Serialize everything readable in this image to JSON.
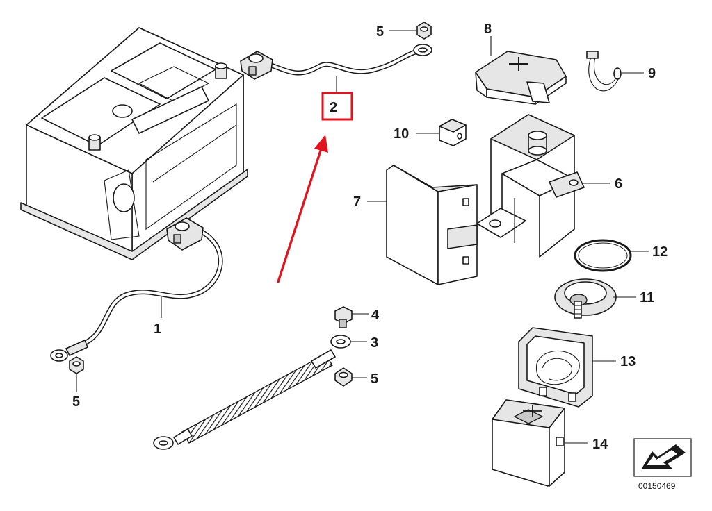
{
  "callouts": {
    "c1": "1",
    "c2": "2",
    "c3": "3",
    "c4": "4",
    "c5a": "5",
    "c5b": "5",
    "c5c": "5",
    "c6": "6",
    "c7": "7",
    "c8": "8",
    "c9": "9",
    "c10": "10",
    "c11": "11",
    "c12": "12",
    "c13": "13",
    "c14": "14"
  },
  "diagram_code": "00150469",
  "highlight_color": "#e0141e",
  "icons": {
    "plus_symbol": "plus-icon",
    "orientation": "orientation-arrow-icon"
  }
}
